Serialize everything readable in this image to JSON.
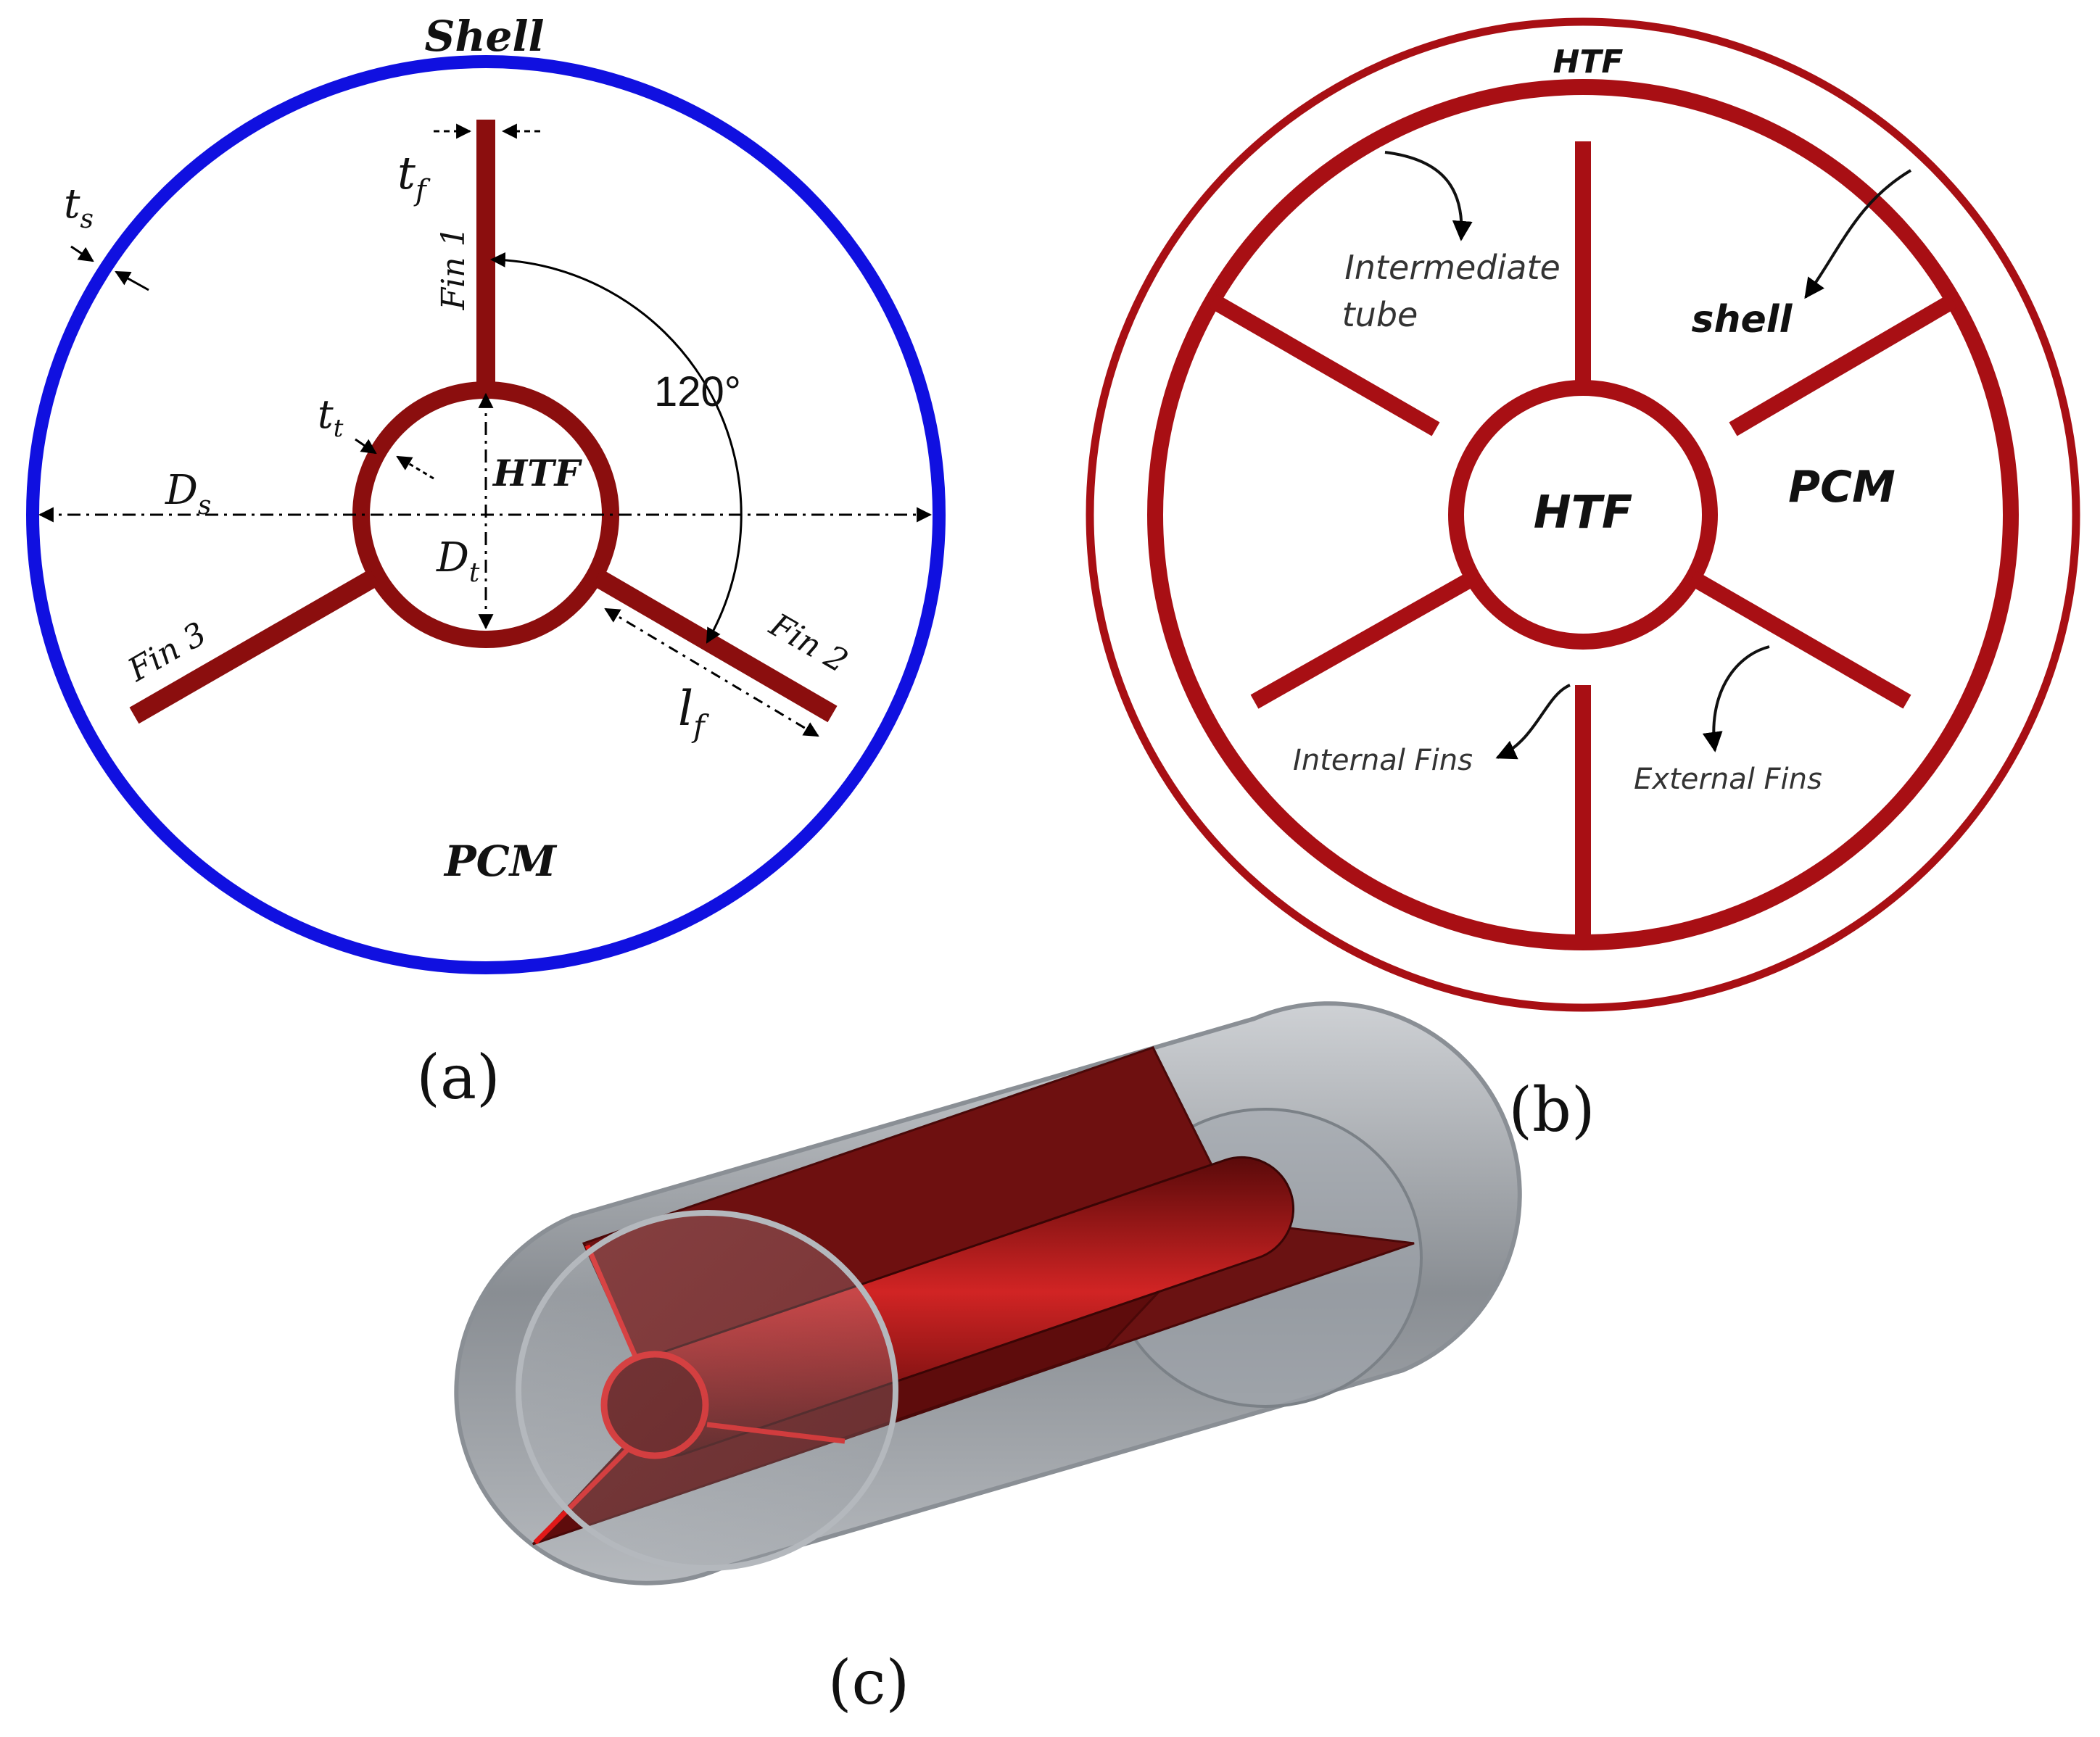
{
  "panel_a": {
    "shell": "Shell",
    "t_s": "t",
    "t_s_sub": "s",
    "t_f": "t",
    "t_f_sub": "f",
    "t_t": "t",
    "t_t_sub": "t",
    "D_s": "D",
    "D_s_sub": "s",
    "D_t": "D",
    "D_t_sub": "t",
    "l_f": "l",
    "l_f_sub": "f",
    "htf": "HTF",
    "angle": "120°",
    "fin1": "Fin 1",
    "fin2": "Fin 2",
    "fin3": "Fin 3",
    "pcm": "PCM",
    "caption": "(a)",
    "colors": {
      "shell": "#1010e0",
      "tube": "#8b0e0e"
    }
  },
  "panel_b": {
    "htf_outer": "HTF",
    "intermediate_line1": "Intermediate",
    "intermediate_line2": "tube",
    "shell": "shell",
    "htf_inner": "HTF",
    "pcm": "PCM",
    "internal_fins": "Internal Fins",
    "external_fins": "External Fins",
    "caption": "(b)",
    "colors": {
      "outline": "#a80f14"
    }
  },
  "panel_c": {
    "caption": "(c)",
    "colors": {
      "fin": "#7a1414",
      "edge": "#e01818",
      "shell": "#9aa0a6"
    }
  }
}
